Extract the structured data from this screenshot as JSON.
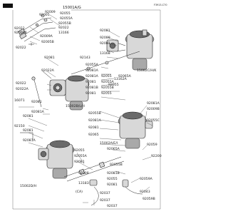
{
  "header": {
    "brand_badge": "",
    "main_part": "15001A/G",
    "corner_code": "F3913-C70"
  },
  "labels": {
    "l_92009_top": "92009",
    "l_92055_top": "92055",
    "l_92055a": "92055A",
    "l_92005": "92005",
    "l_92022_a": "92022",
    "l_920098": "920098",
    "l_92055b": "92055B",
    "l_92022_b": "92022",
    "l_13166": "13166",
    "l_92009a": "92009A",
    "l_92005b": "92005B",
    "l_92022_c": "92022",
    "l_92081_r1": "92081",
    "l_92009_r": "92009",
    "l_92143": "92143",
    "l_13168": "13168",
    "l_92081_r2": "92081",
    "l_92081_l": "92081",
    "l_92055a_l": "92055A",
    "l_92081a": "92081A",
    "l_15002ch_k": "15002C/H/K",
    "l_92022a_l": "92022A",
    "l_92055_m": "92055",
    "l_92055a_m": "92055A",
    "l_92081a_m": "92081A",
    "l_92081_m": "92081",
    "l_92065a_r": "92065A",
    "l_92055_r": "92055",
    "l_13162a": "13162A",
    "l_92055b_m": "92055B",
    "l_92081b_m": "92081B",
    "l_92081_m2": "92081",
    "l_92055_r2": "92055",
    "l_92022_l2": "92022",
    "l_92022a_l2": "92022A",
    "l_92081_c": "92081",
    "l_92081a_c": "92081A",
    "l_15002blh": "15002B/L/H",
    "l_16071": "16071",
    "l_92150": "92150",
    "l_92081a_r": "92081A",
    "l_92009b_r": "92009B",
    "l_92055c_r": "92055C",
    "l_92081_l3": "92081",
    "l_92081_l4": "92081",
    "l_92081a_l": "92081A",
    "l_92055b_c": "92055B",
    "l_15002ae_i": "15002A/E/I",
    "l_92081a_c2": "92081A",
    "l_92081_rr": "92081",
    "l_92065_rr": "92065",
    "l_92065a_rr": "92065A",
    "l_92059_rr": "92059",
    "l_92200_rr": "92200",
    "l_92055_lo": "92055",
    "l_92055a_lo": "92055A",
    "l_92081_lo": "92081",
    "l_92055b_lo": "92055B",
    "l_15002dh": "15002D/H",
    "l_92008": "92008",
    "l_92081b_lo": "92081B",
    "l_92055_bt": "92055",
    "l_13183": "13183",
    "l_92081_bt": "92081",
    "l_92059a_bt": "92059A",
    "l_92043_bt": "92043",
    "l_92059b_bt": "92059B",
    "l_ca": "(CA)",
    "l_92037_a": "92037",
    "l_92037_b": "92037",
    "l_92037_c": "92037"
  }
}
